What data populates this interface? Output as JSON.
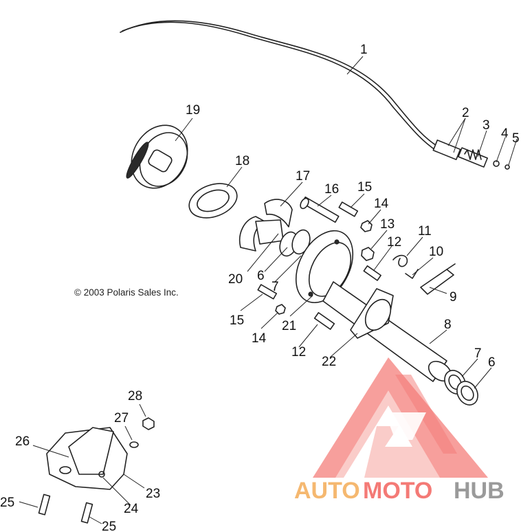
{
  "copyright": "© 2003 Polaris Sales Inc.",
  "watermark": {
    "word_a": "AUTO",
    "word_b": "MOTO",
    "word_c": "HUB",
    "color_logo": "#f47a76",
    "color_auto": "#f5b870",
    "color_moto": "#f47a76",
    "color_hub": "#9a9a9a"
  },
  "labels": {
    "l1": "1",
    "l2": "2",
    "l3": "3",
    "l4": "4",
    "l5": "5",
    "l6a": "6",
    "l6b": "6",
    "l7a": "7",
    "l7b": "7",
    "l8": "8",
    "l9": "9",
    "l10": "10",
    "l11": "11",
    "l12a": "12",
    "l12b": "12",
    "l13": "13",
    "l14a": "14",
    "l14b": "14",
    "l15a": "15",
    "l15b": "15",
    "l16": "16",
    "l17": "17",
    "l18": "18",
    "l19": "19",
    "l20": "20",
    "l21": "21",
    "l22": "22",
    "l23": "23",
    "l24": "24",
    "l25a": "25",
    "l25b": "25",
    "l26": "26",
    "l27": "27",
    "l28": "28"
  }
}
